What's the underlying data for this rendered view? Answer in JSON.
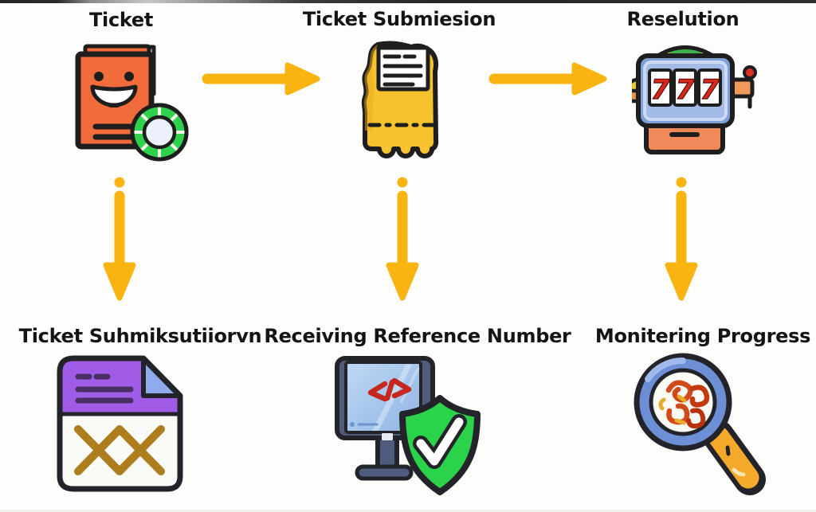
{
  "meta": {
    "background_color": "#fdfdfc",
    "top_strip_color": "#2b2b2b"
  },
  "flow": {
    "arrow_color": "#F9B412",
    "top_row": [
      {
        "label": "Ticket",
        "icon": "smiley-ticket-folder-icon"
      },
      {
        "label": "Ticket Submiesion",
        "icon": "receipt-icon"
      },
      {
        "label": "Reselution",
        "icon": "slot-machine-icon",
        "reels": [
          "7",
          "7",
          "7"
        ]
      }
    ],
    "bottom_row": [
      {
        "label": "Ticket Suhmiksutiiorvn",
        "icon": "document-xx-icon"
      },
      {
        "label": "Receiving Reference Number",
        "icon": "monitor-shield-check-icon"
      },
      {
        "label": "Monitering Progress",
        "icon": "magnifier-doodle-icon"
      }
    ],
    "palette": {
      "ticket_orange": "#F26B3A",
      "chip_green": "#2FD14D",
      "receipt_yellow": "#F6C22E",
      "slot_body_blue": "#7D9FD8",
      "slot_seven_red": "#D8281C",
      "slot_base_orange": "#F08A5A",
      "file_purple": "#A05CE6",
      "file_fold_blue": "#8FABEB",
      "xx_gold": "#AD7D1E",
      "monitor_slate": "#4F5C7E",
      "shield_green": "#2BD34B",
      "magnifier_ring_blue": "#6C8FD6",
      "magnifier_handle_yellow": "#F4A92C",
      "doodle_red": "#D2491A",
      "outline_dark": "#1e1e1e"
    }
  }
}
